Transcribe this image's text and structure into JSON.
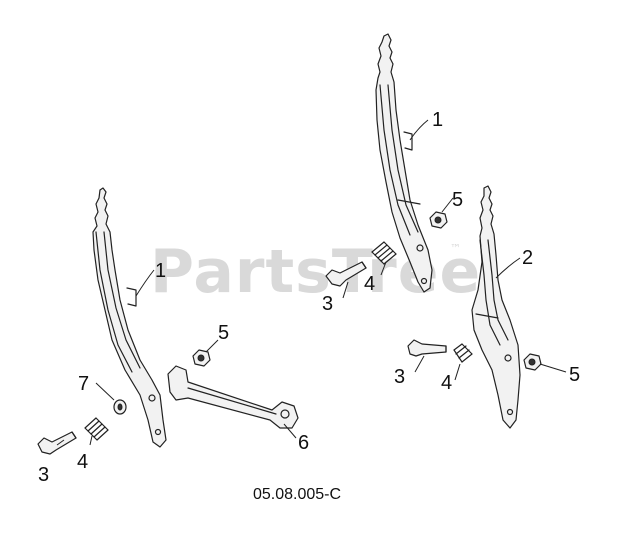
{
  "watermark": {
    "text": "PartsTree",
    "trademark": "™"
  },
  "figure_code": "05.08.005-C",
  "callouts": [
    {
      "id": "c1a",
      "label": "1"
    },
    {
      "id": "c1b",
      "label": "1"
    },
    {
      "id": "c2",
      "label": "2"
    },
    {
      "id": "c3a",
      "label": "3"
    },
    {
      "id": "c3b",
      "label": "3"
    },
    {
      "id": "c3c",
      "label": "3"
    },
    {
      "id": "c4a",
      "label": "4"
    },
    {
      "id": "c4b",
      "label": "4"
    },
    {
      "id": "c4c",
      "label": "4"
    },
    {
      "id": "c5a",
      "label": "5"
    },
    {
      "id": "c5b",
      "label": "5"
    },
    {
      "id": "c5c",
      "label": "5"
    },
    {
      "id": "c6",
      "label": "6"
    },
    {
      "id": "c7",
      "label": "7"
    }
  ]
}
